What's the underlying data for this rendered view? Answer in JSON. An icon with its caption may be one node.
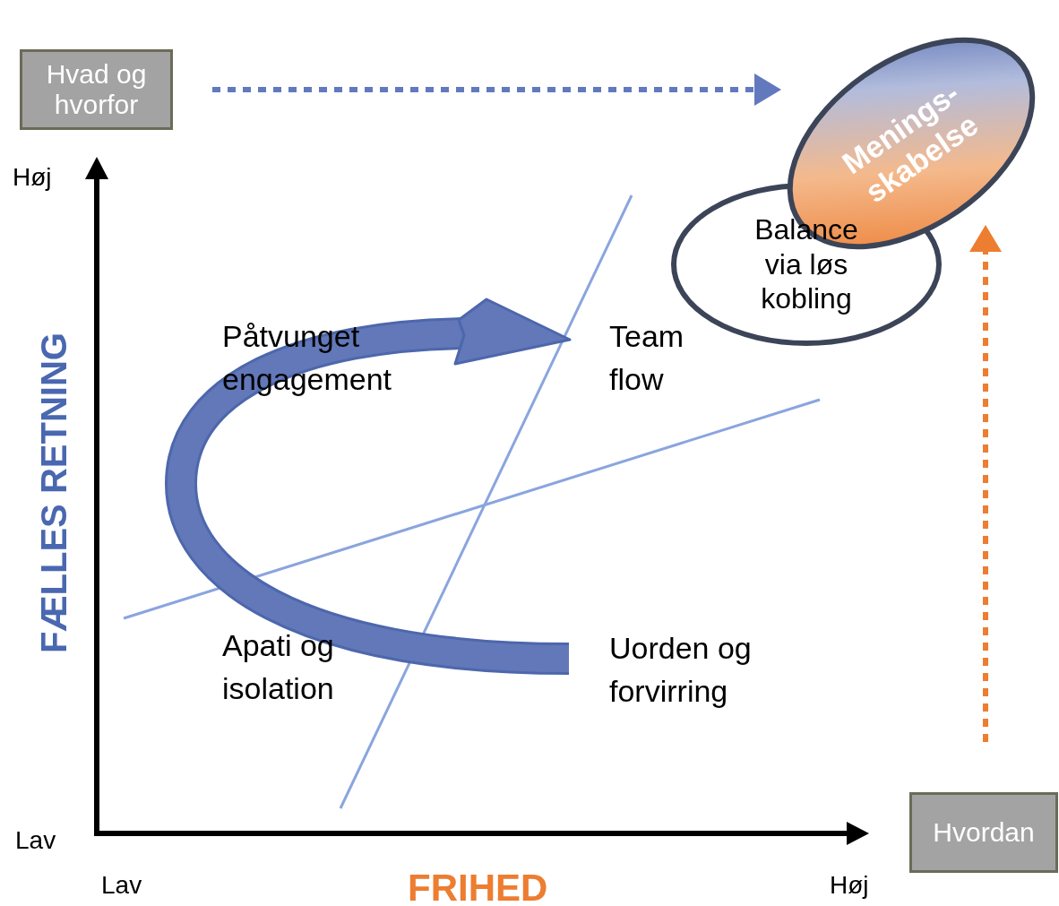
{
  "diagram": {
    "nodes": [
      {
        "text": [
          "Hvad og hvorfor"
        ]
      },
      {
        "text": [
          "Menings-skabelse"
        ]
      },
      {
        "text": [
          "Balance via løs kobling"
        ]
      },
      {
        "text": [
          "Hvordan"
        ]
      }
    ],
    "edges": [
      {
        "from": 0,
        "to": 1,
        "arrow": "to",
        "style": "dashed",
        "color": "#6279bd"
      },
      {
        "from": 3,
        "to": 1,
        "arrow": "to",
        "style": "dashed",
        "color": "#ed7d31"
      }
    ],
    "labels": [
      "Høj",
      "FÆLLES RETNING",
      "Påtvunget engagement",
      "Team flow",
      "Apati og isolation",
      "Uorden og forvirring",
      "Lav",
      "Lav",
      "FRIHED",
      "Høj"
    ]
  }
}
